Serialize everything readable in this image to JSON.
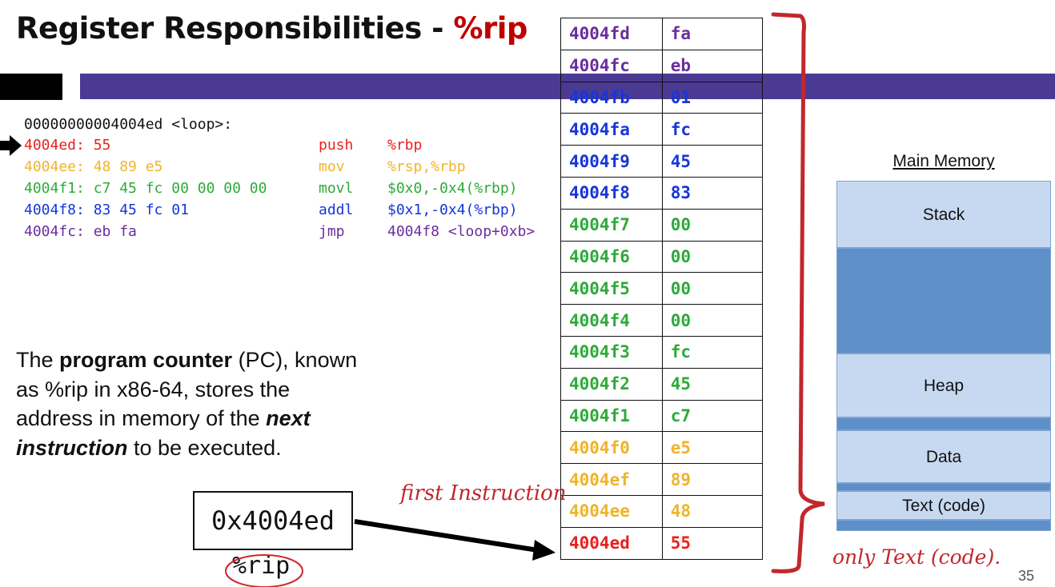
{
  "title": {
    "main": "Register Responsibilities - ",
    "accent": "%rip"
  },
  "code": {
    "header": "00000000004004ed <loop>:",
    "lines": [
      {
        "addr": "4004ed: 55",
        "mnemonic": "push",
        "operands": "%rbp",
        "color": "#e8211e"
      },
      {
        "addr": "4004ee: 48 89 e5",
        "mnemonic": "mov",
        "operands": "%rsp,%rbp",
        "color": "#f0b42a"
      },
      {
        "addr": "4004f1: c7 45 fc 00 00 00 00",
        "mnemonic": "movl",
        "operands": "$0x0,-0x4(%rbp)",
        "color": "#2eaa3a"
      },
      {
        "addr": "4004f8: 83 45 fc 01",
        "mnemonic": "addl",
        "operands": "$0x1,-0x4(%rbp)",
        "color": "#1636d8"
      },
      {
        "addr": "4004fc: eb fa",
        "mnemonic": "jmp",
        "operands": "4004f8 <loop+0xb>",
        "color": "#6a2d9e"
      }
    ]
  },
  "paragraph": {
    "p1": "The ",
    "b1": "program counter",
    "p2": " (PC), known as %rip in x86-64, stores the address in memory of the ",
    "b2": "next instruction",
    "p3": " to be executed."
  },
  "rip_box": {
    "value": "0x4004ed",
    "label": "%rip"
  },
  "memory": [
    {
      "addr": "4004fd",
      "val": "fa",
      "color": "#6a2d9e"
    },
    {
      "addr": "4004fc",
      "val": "eb",
      "color": "#6a2d9e"
    },
    {
      "addr": "4004fb",
      "val": "01",
      "color": "#1636d8"
    },
    {
      "addr": "4004fa",
      "val": "fc",
      "color": "#1636d8"
    },
    {
      "addr": "4004f9",
      "val": "45",
      "color": "#1636d8"
    },
    {
      "addr": "4004f8",
      "val": "83",
      "color": "#1636d8"
    },
    {
      "addr": "4004f7",
      "val": "00",
      "color": "#2eaa3a"
    },
    {
      "addr": "4004f6",
      "val": "00",
      "color": "#2eaa3a"
    },
    {
      "addr": "4004f5",
      "val": "00",
      "color": "#2eaa3a"
    },
    {
      "addr": "4004f4",
      "val": "00",
      "color": "#2eaa3a"
    },
    {
      "addr": "4004f3",
      "val": "fc",
      "color": "#2eaa3a"
    },
    {
      "addr": "4004f2",
      "val": "45",
      "color": "#2eaa3a"
    },
    {
      "addr": "4004f1",
      "val": "c7",
      "color": "#2eaa3a"
    },
    {
      "addr": "4004f0",
      "val": "e5",
      "color": "#f0b42a"
    },
    {
      "addr": "4004ef",
      "val": "89",
      "color": "#f0b42a"
    },
    {
      "addr": "4004ee",
      "val": "48",
      "color": "#f0b42a"
    },
    {
      "addr": "4004ed",
      "val": "55",
      "color": "#e8211e"
    }
  ],
  "main_memory": {
    "title": "Main Memory",
    "stack": "Stack",
    "heap": "Heap",
    "data": "Data",
    "text": "Text (code)"
  },
  "annotations": {
    "first_instruction": "first Instruction",
    "only_text": "only Text (code)."
  },
  "page_number": "35",
  "colors": {
    "accent": "#c00000",
    "bar": "#4b3a94",
    "ink": "#c0282d",
    "segment_light": "#c7d9f1",
    "segment_dark": "#5f8fc9"
  }
}
